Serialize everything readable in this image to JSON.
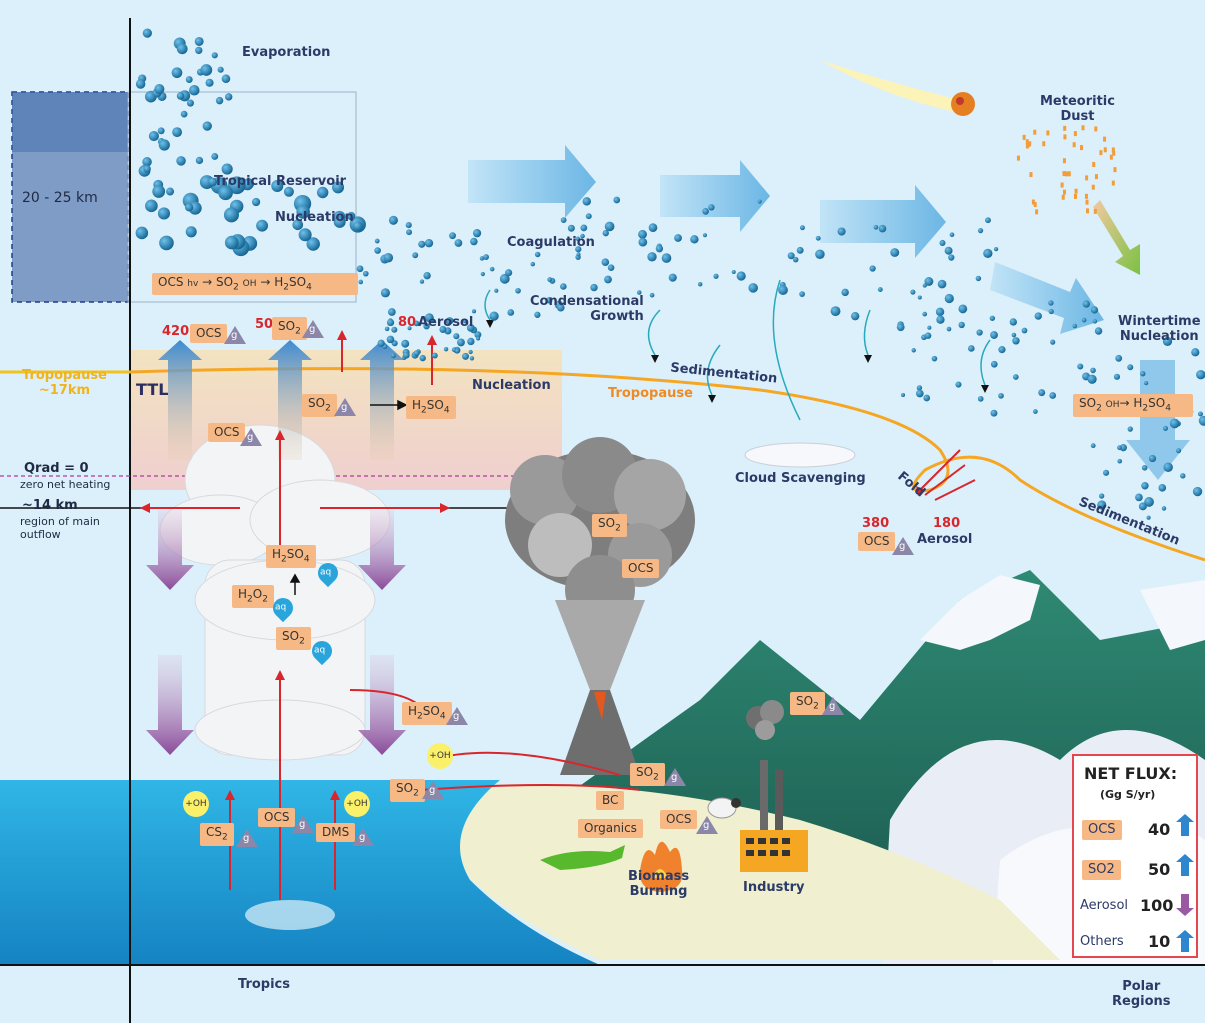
{
  "labels": {
    "altitude_band": "20 - 25 km",
    "evaporation": "Evaporation",
    "tropical_reservoir": "Tropical Reservoir",
    "nucleation_top": "Nucleation",
    "coagulation": "Coagulation",
    "condensational_growth": "Condensational\nGrowth",
    "sedimentation_mid": "Sedimentation",
    "tropopause_left": "Tropopause\n~17km",
    "ttl": "TTL",
    "tropopause_mid": "Tropopause",
    "nucleation_mid": "Nucleation",
    "qrad": "Qrad = 0",
    "zero_heating": "zero net heating",
    "outflow_km": "~14 km",
    "outflow": "region of main\noutflow",
    "cloud_scavenging": "Cloud Scavenging",
    "fold": "Fold",
    "sedimentation_right": "Sedimentation",
    "meteoritic_dust": "Meteoritic\nDust",
    "wintertime_nucleation": "Wintertime\nNucleation",
    "aerosol_mid": "Aerosol",
    "aerosol_right": "Aerosol",
    "biomass_burning": "Biomass\nBurning",
    "industry": "Industry",
    "tropics": "Tropics",
    "polar_regions": "Polar\nRegions"
  },
  "flux_values": {
    "ocs_up": "420",
    "so2_up": "50",
    "aerosol_up": "80",
    "ocs_right": "380",
    "aerosol_right": "180"
  },
  "chips": {
    "ocs": "OCS",
    "so2": "SO",
    "h2so4": "H",
    "h2o2": "H",
    "bc": "BC",
    "organics": "Organics",
    "cs2": "CS",
    "dms": "DMS",
    "g": "g",
    "aq": "aq",
    "oh": "+OH",
    "hv": "hv",
    "oh_arrow": "OH"
  },
  "legend": {
    "title": "NET FLUX:",
    "unit": "(Gg S/yr)",
    "rows": [
      {
        "label": "OCS",
        "value": "40",
        "direction": "up"
      },
      {
        "label": "SO2",
        "value": "50",
        "direction": "up"
      },
      {
        "label": "Aerosol",
        "value": "100",
        "direction": "down"
      },
      {
        "label": "Others",
        "value": "10",
        "direction": "up"
      }
    ]
  },
  "colors": {
    "sky": "#dbeefa",
    "ocean": "#1e9cd6",
    "sand": "#eef0cf",
    "ttl_band": "#f6d6a8",
    "chip": "#f6b985",
    "droplet": "#1e7fb8",
    "tropopause": "#f5a623",
    "arrow_red": "#d8262c",
    "upward_arrow": "#3f8fcf",
    "downward_arrow": "#9a5aa3"
  }
}
